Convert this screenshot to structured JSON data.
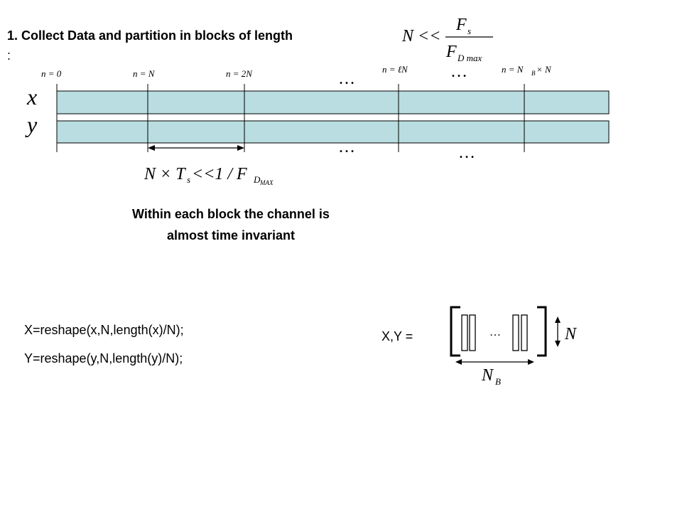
{
  "heading": {
    "title": "1. Collect Data and partition in blocks of length",
    "colon": ":",
    "condition_lhs": "N <<",
    "condition_numerator": "F",
    "condition_numerator_sub": "s",
    "condition_denominator": "F",
    "condition_denominator_sub": "D max"
  },
  "timeline": {
    "markers": [
      "n = 0",
      "n = N",
      "n = 2N",
      "n = ℓN",
      "n = N",
      "B",
      "× N"
    ],
    "row_labels": [
      "x",
      "y"
    ],
    "ellipsis": "…",
    "span_formula": [
      "N × T",
      "s",
      " <<1 / F",
      "D",
      "MAX"
    ]
  },
  "caption": {
    "line1": "Within each block the channel is",
    "line2": "almost time invariant"
  },
  "code": {
    "line1": "X=reshape(x,N,length(x)/N);",
    "line2": "Y=reshape(y,N,length(y)/N);"
  },
  "matrix": {
    "label": "X,Y  =",
    "ellipsis": "…",
    "height_label": "N",
    "width_label": "N",
    "width_label_sub": "B"
  },
  "colors": {
    "bar_fill": "#b9dde1",
    "stroke": "#000000"
  }
}
